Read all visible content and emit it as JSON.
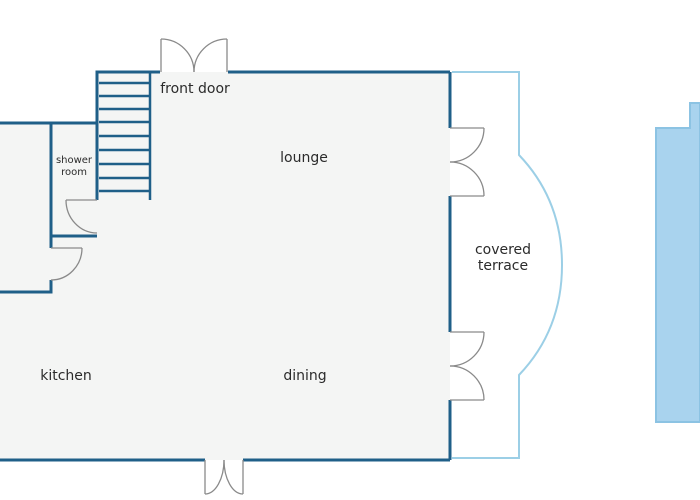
{
  "rooms": {
    "front_door": "front door",
    "lounge": "lounge",
    "shower_room_line1": "shower",
    "shower_room_line2": "room",
    "covered_terrace_line1": "covered",
    "covered_terrace_line2": "terrace",
    "kitchen": "kitchen",
    "dining": "dining"
  },
  "colors": {
    "wall": "#1f5f88",
    "floor": "#f4f5f4",
    "terrace_outline": "#9ccfe6",
    "pool_fill": "#a9d3ee",
    "pool_outline": "#8cc3e3",
    "door": "#8a8a8a",
    "label": "#2b2b2b"
  }
}
